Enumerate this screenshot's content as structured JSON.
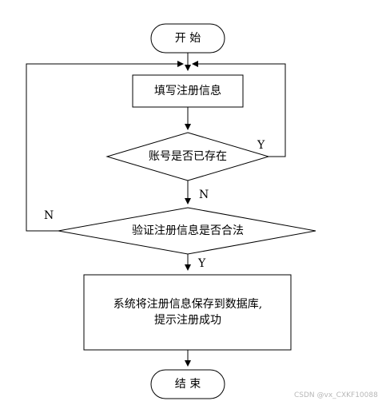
{
  "flowchart": {
    "start": "开 始",
    "step_fill_info": "填写注册信息",
    "decision_account_exists": "账号是否已存在",
    "branch_yes_1": "Y",
    "branch_no_1": "N",
    "decision_validate": "验证注册信息是否合法",
    "branch_no_2": "N",
    "branch_yes_2": "Y",
    "step_save_line1": "系统将注册信息保存到数据库,",
    "step_save_line2": "提示注册成功",
    "end": "结 束"
  },
  "watermark": "CSDN @vx_CXKF10088"
}
